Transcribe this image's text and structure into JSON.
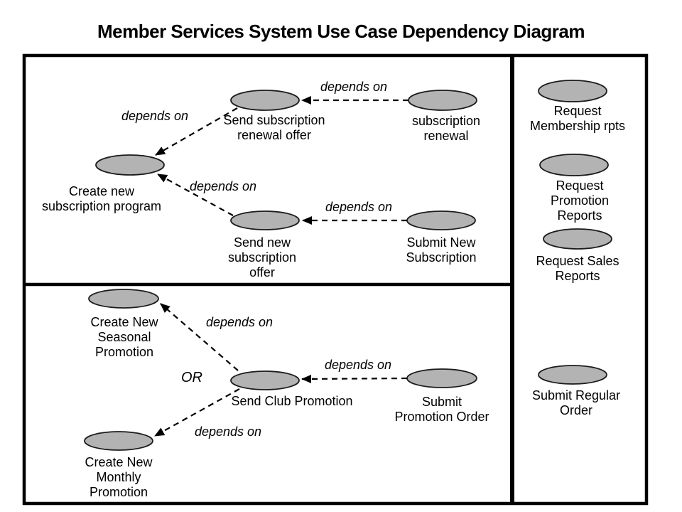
{
  "title": "Member Services System Use Case Dependency Diagram",
  "colors": {
    "ellipse_fill": "#b3b3b3",
    "ellipse_stroke": "#1c1c1c",
    "frame": "#000000",
    "background": "#ffffff"
  },
  "nodes": [
    {
      "id": "create-new-subscription-program",
      "label": "Create new\nsubscription program"
    },
    {
      "id": "send-subscription-renewal-offer",
      "label": "Send subscription\nrenewal offer"
    },
    {
      "id": "subscription-renewal",
      "label": "subscription\nrenewal"
    },
    {
      "id": "send-new-subscription-offer",
      "label": "Send new\nsubscription\noffer"
    },
    {
      "id": "submit-new-subscription",
      "label": "Submit New\nSubscription"
    },
    {
      "id": "create-new-seasonal-promotion",
      "label": "Create New\nSeasonal\nPromotion"
    },
    {
      "id": "send-club-promotion",
      "label": "Send Club Promotion"
    },
    {
      "id": "submit-promotion-order",
      "label": "Submit\nPromotion Order"
    },
    {
      "id": "create-new-monthly-promotion",
      "label": "Create New\nMonthly\nPromotion"
    },
    {
      "id": "request-membership-rpts",
      "label": "Request\nMembership rpts"
    },
    {
      "id": "request-promotion-reports",
      "label": "Request\nPromotion Reports"
    },
    {
      "id": "request-sales-reports",
      "label": "Request Sales\nReports"
    },
    {
      "id": "submit-regular-order",
      "label": "Submit Regular\nOrder"
    }
  ],
  "edges": [
    {
      "from": "subscription-renewal",
      "to": "send-subscription-renewal-offer",
      "label": "depends on"
    },
    {
      "from": "send-subscription-renewal-offer",
      "to": "create-new-subscription-program",
      "label": "depends on"
    },
    {
      "from": "send-new-subscription-offer",
      "to": "create-new-subscription-program",
      "label": "depends on"
    },
    {
      "from": "submit-new-subscription",
      "to": "send-new-subscription-offer",
      "label": "depends on"
    },
    {
      "from": "send-club-promotion",
      "to": "create-new-seasonal-promotion",
      "label": "depends on"
    },
    {
      "from": "submit-promotion-order",
      "to": "send-club-promotion",
      "label": "depends on"
    },
    {
      "from": "send-club-promotion",
      "to": "create-new-monthly-promotion",
      "label": "depends on"
    }
  ],
  "or_label": "OR"
}
